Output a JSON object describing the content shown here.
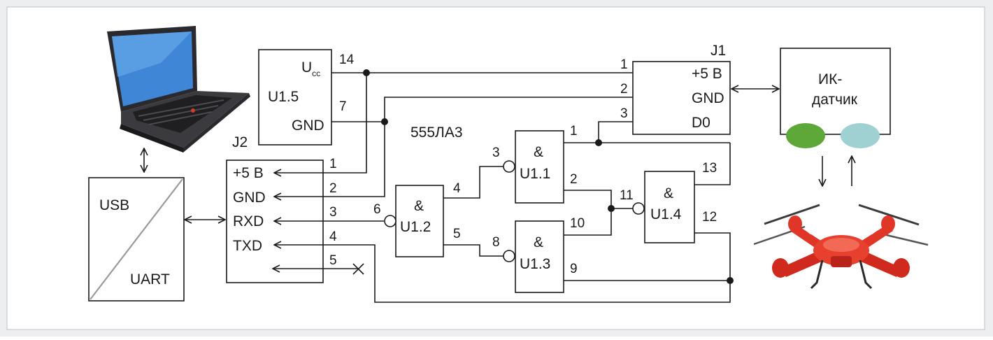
{
  "colors": {
    "background": "#edeef0",
    "panel": "#ffffff",
    "line": "#1a1a1a",
    "led_green": "#5ea83a",
    "led_cyan": "#9fd0d2",
    "drone_red": "#e03628"
  },
  "icons": {
    "laptop": "laptop-icon",
    "drone": "drone-icon",
    "bidirectional_arrow": "double-arrow-icon"
  },
  "converter": {
    "top_label": "USB",
    "bottom_label": "UART"
  },
  "j2": {
    "label": "J2",
    "pins": [
      {
        "signal": "+5 В",
        "num": "1"
      },
      {
        "signal": "GND",
        "num": "2"
      },
      {
        "signal": "RXD",
        "num": "3"
      },
      {
        "signal": "TXD",
        "num": "4"
      },
      {
        "signal": "",
        "num": "5"
      }
    ]
  },
  "u15": {
    "name": "U1.5",
    "ucc_main": "U",
    "ucc_sub": "cc",
    "gnd": "GND",
    "pin_ucc": "14",
    "pin_gnd": "7"
  },
  "chip_label": "555ЛА3",
  "gates": {
    "u11": {
      "sym": "&",
      "name": "U1.1",
      "in_pin": "3",
      "out_pin": "1",
      "in2_pin": "2"
    },
    "u12": {
      "sym": "&",
      "name": "U1.2",
      "in_pin": "6",
      "out_pin": "4",
      "out2_pin": "5"
    },
    "u13": {
      "sym": "&",
      "name": "U1.3",
      "in_pin": "8",
      "out_pin": "10",
      "in2_pin": "9"
    },
    "u14": {
      "sym": "&",
      "name": "U1.4",
      "in_pin": "11",
      "top_pin": "13",
      "bot_pin": "12"
    }
  },
  "j1": {
    "label": "J1",
    "pins": [
      {
        "signal": "+5 В",
        "num": "1"
      },
      {
        "signal": "GND",
        "num": "2"
      },
      {
        "signal": "D0",
        "num": "3"
      }
    ]
  },
  "ir_sensor": {
    "line1": "ИК-",
    "line2": "датчик"
  }
}
